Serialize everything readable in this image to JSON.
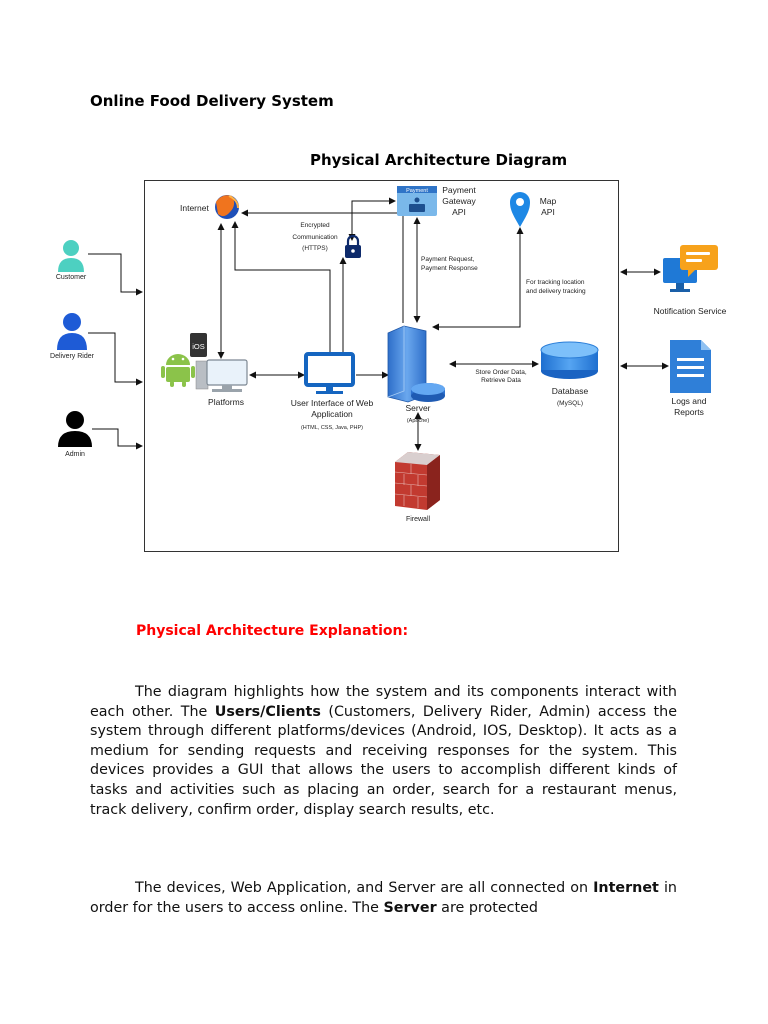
{
  "document": {
    "title": "Online Food Delivery System",
    "diagram_title": "Physical Architecture Diagram"
  },
  "diagram": {
    "actors": {
      "customer": "Customer",
      "rider": "Delivery Rider",
      "admin": "Admin"
    },
    "nodes": {
      "internet": "Internet",
      "payment_badge": "Payment",
      "payment_l1": "Payment",
      "payment_l2": "Gateway",
      "payment_l3": "API",
      "map_l1": "Map",
      "map_l2": "API",
      "platforms": "Platforms",
      "ios": "iOS",
      "ui_l1": "User Interface of Web",
      "ui_l2": "Application",
      "ui_tech": "(HTML, CSS, Java, PHP)",
      "server": "Server",
      "server_sub": "(Apache)",
      "database": "Database",
      "database_sub": "(MySQL)",
      "firewall": "Firewall",
      "notification": "Notification Service",
      "logs_l1": "Logs and",
      "logs_l2": "Reports"
    },
    "annotations": {
      "enc_l1": "Encrypted",
      "enc_l2": "Communication",
      "enc_l3": "(HTTPS)",
      "pay_l1": "Payment Request,",
      "pay_l2": "Payment Response",
      "track_l1": "For tracking location",
      "track_l2": "and delivery tracking",
      "store_l1": "Store Order Data,",
      "store_l2": "Retrieve Data"
    },
    "colors": {
      "android_green": "#8bc34a",
      "monitor_blue": "#1565c0",
      "map_pin": "#1e88e5",
      "server_blue": "#4a8fe0",
      "firewall_red": "#b0322b",
      "notification_orange": "#f7a21b",
      "document_blue": "#2f7fd8",
      "customer_teal": "#4dd0c1",
      "rider_blue": "#1e5bd6"
    }
  },
  "explanation": {
    "heading": "Physical Architecture Explanation:",
    "p1": {
      "t1": "The diagram highlights how the system and its components interact with each other. The ",
      "b1": "Users/Clients",
      "t2": " (Customers, Delivery Rider, Admin) access the system through different platforms/devices (Android, IOS, Desktop). It acts as a medium for sending requests and receiving responses for the system. This devices provides a GUI that allows the users to accomplish different kinds of tasks and activities such as placing an order, search for a restaurant menus, track delivery, confirm order, display search results, etc."
    },
    "p2": {
      "t1": "The devices, Web Application, and Server are all connected on ",
      "b1": "Internet",
      "t2": " in order for the users to access online. The ",
      "b2": "Server",
      "t3": " are protected"
    }
  }
}
